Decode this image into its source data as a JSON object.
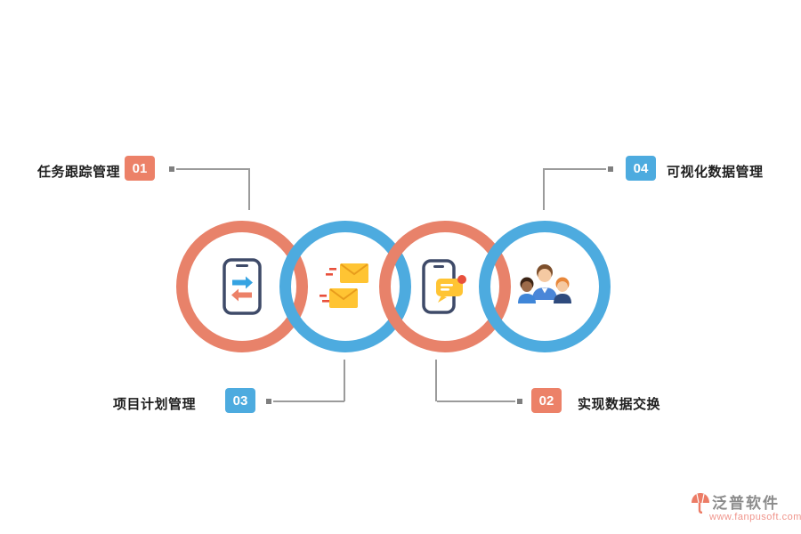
{
  "items": [
    {
      "number": "01",
      "label": "任务跟踪管理",
      "badge_color": "#ec8168",
      "position": "top-left"
    },
    {
      "number": "02",
      "label": "实现数据交换",
      "badge_color": "#ec8168",
      "position": "bottom-right"
    },
    {
      "number": "03",
      "label": "项目计划管理",
      "badge_color": "#4dabdf",
      "position": "bottom-left"
    },
    {
      "number": "04",
      "label": "可视化数据管理",
      "badge_color": "#4dabdf",
      "position": "top-right"
    }
  ],
  "rings": [
    {
      "name": "task-tracking",
      "icon": "phone-transfer-icon",
      "color": "#e8826a"
    },
    {
      "name": "project-planning",
      "icon": "mail-send-icon",
      "color": "#4dabdf"
    },
    {
      "name": "data-exchange",
      "icon": "phone-message-icon",
      "color": "#e8826a"
    },
    {
      "name": "data-visualization",
      "icon": "team-users-icon",
      "color": "#4dabdf"
    }
  ],
  "colors": {
    "coral": "#ec8168",
    "blue": "#4dabdf",
    "connector_line": "#9b9b9b",
    "envelope_yellow": "#ffc433",
    "alert_red": "#e8503c",
    "text": "#1f1f1f"
  },
  "footer": {
    "brand": "泛普软件",
    "website": "www.fanpusoft.com"
  }
}
